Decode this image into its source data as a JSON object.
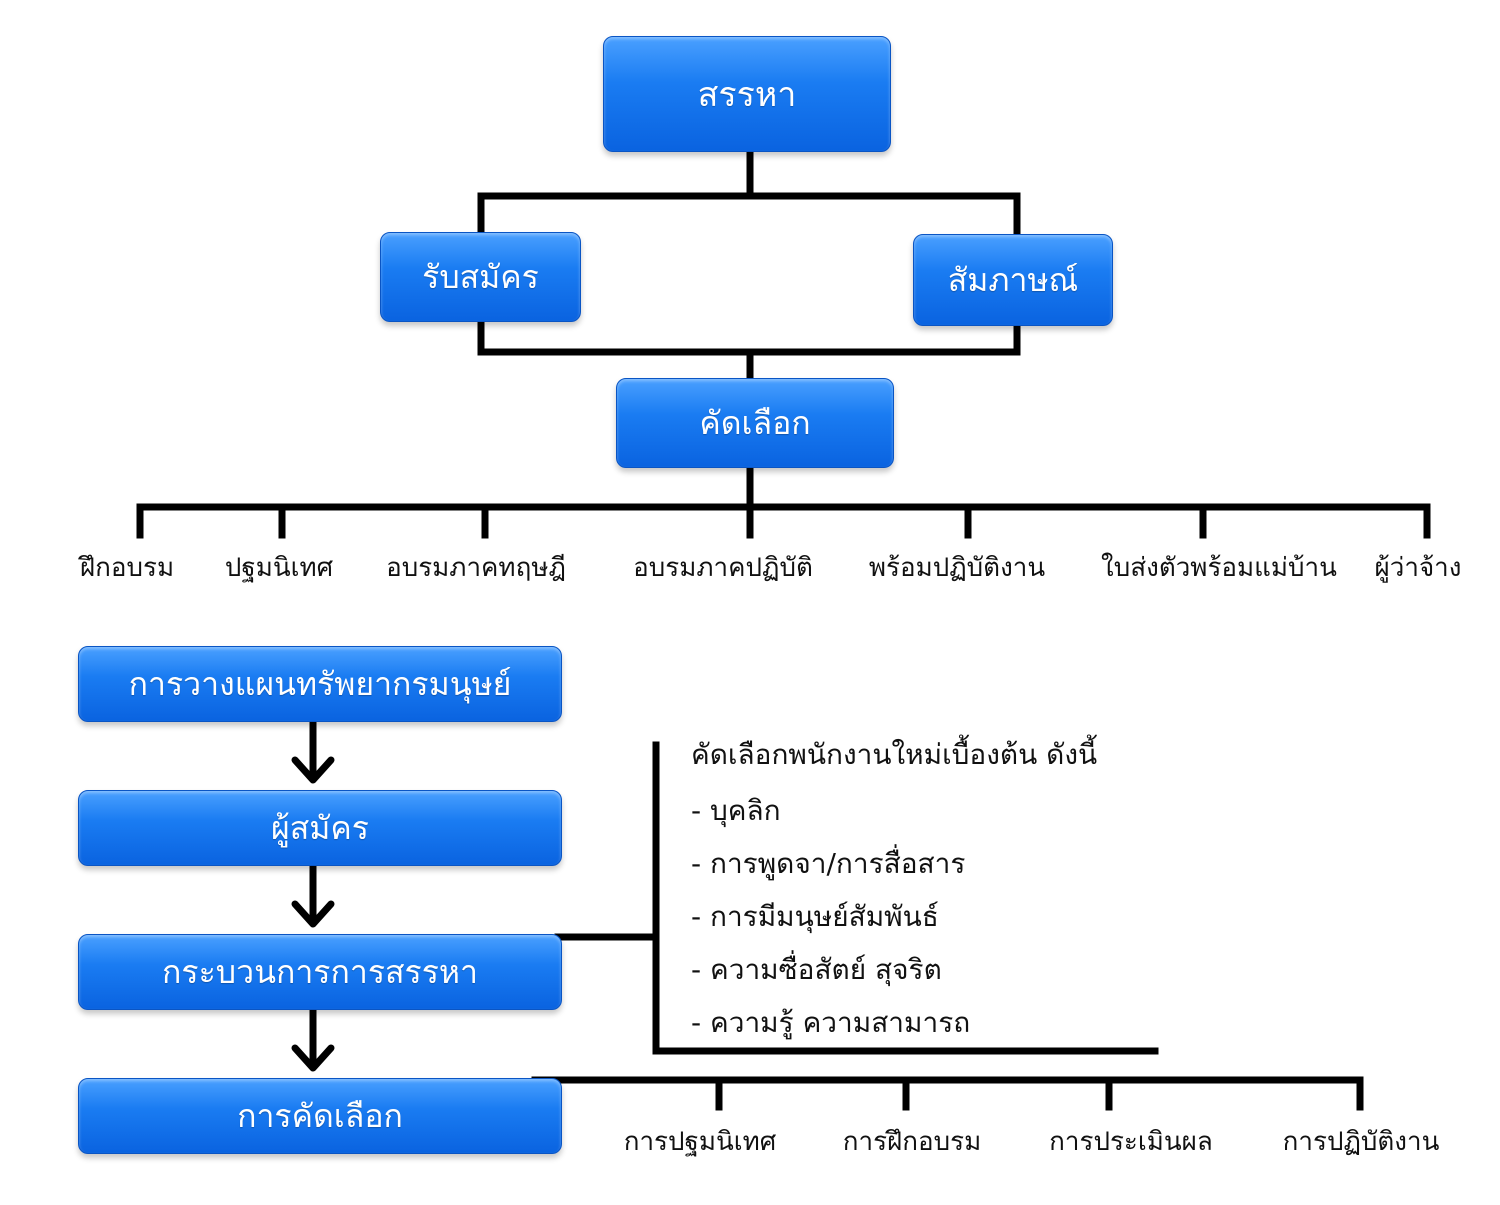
{
  "top": {
    "recruit": "สรรหา",
    "apply": "รับสมัคร",
    "interview": "สัมภาษณ์",
    "select": "คัดเลือก",
    "outcomes": [
      "ฝึกอบรม",
      "ปฐมนิเทศ",
      "อบรมภาคทฤษฎี",
      "อบรมภาคปฏิบัติ",
      "พร้อมปฏิบัติงาน",
      "ใบส่งตัวพร้อมแม่บ้าน",
      "ผู้ว่าจ้าง"
    ]
  },
  "flow": {
    "steps": [
      "การวางแผนทรัพยากรมนุษย์",
      "ผู้สมัคร",
      "กระบวนการการสรรหา",
      "การคัดเลือก"
    ],
    "criteria_title": "คัดเลือกพนักงานใหม่เบื้องต้น ดังนี้",
    "criteria": [
      "-  บุคลิก",
      "-  การพูดจา/การสื่อสาร",
      "-  การมีมนุษย์สัมพันธ์",
      "-  ความซื่อสัตย์ สุจริต",
      "-  ความรู้ ความสามารถ"
    ],
    "outcomes": [
      "การปฐมนิเทศ",
      "การฝึกอบรม",
      "การประเมินผล",
      "การปฏิบัติงาน"
    ]
  },
  "colors": {
    "box": "#1a7cf2",
    "line": "#000000"
  }
}
